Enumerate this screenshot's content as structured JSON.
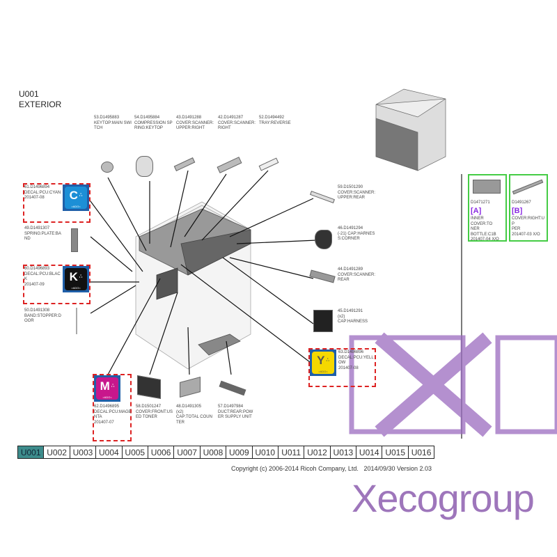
{
  "header": {
    "code": "U001",
    "title": "EXTERIOR"
  },
  "parts_top": [
    {
      "label": "53.D1495883\nKEYTOP:MAIN SWI\nTCH"
    },
    {
      "label": "54.D1495884\nCOMPRESSION SP\nRING:KEYTOP"
    },
    {
      "label": "43.D1491288\nCOVER:SCANNER:\nUPPER:RIGHT"
    },
    {
      "label": "42.D1491287\nCOVER:SCANNER:\nRIGHT"
    },
    {
      "label": "52.D1494492\nTRAY:REVERSE"
    }
  ],
  "parts_left": [
    {
      "label": "61.D1496894\nDECAL:PCU:CYAN\n201407-08",
      "decal": "C",
      "color": "#1c8fd6"
    },
    {
      "label": "49.D1491307\nSPRING:PLATE:BA\nND"
    },
    {
      "label": "60.D1496893\nDECAL:PCU:BLAC\nK\n201407-09",
      "decal": "K",
      "color": "#111111"
    },
    {
      "label": "50.D1491308\nBAND:STOPPER:D\nOOR"
    }
  ],
  "parts_right": [
    {
      "label": "59.D1501290\nCOVER:SCANNER:\nUPPER:REAR"
    },
    {
      "label": "46.D1491294\n(-21) CAP:HARNES\nS:CORNER"
    },
    {
      "label": "44.D1491289\nCOVER:SCANNER:\nREAR"
    },
    {
      "label": "45.D1491291\n(x2)\nCAP:HARNESS"
    },
    {
      "label": "63.D1496896\nDECAL:PCU:YELL\nOW\n201407-08",
      "decal": "Y",
      "color": "#f5d800"
    }
  ],
  "parts_bottom": [
    {
      "label": "62.D1496895\nDECAL:PCU:MAGE\nNTA\n201407-07",
      "decal": "M",
      "color": "#c8178c"
    },
    {
      "label": "58.D1501247\nCOVER:FRONT:US\nED TONER"
    },
    {
      "label": "48.D1491305\n(x2)\nCAP:TOTAL COUN\nTER"
    },
    {
      "label": "57.D1497984\nDUCT:REAR:POW\nER SUPPLY UNIT"
    }
  ],
  "changes": [
    {
      "part": "D1471271",
      "tag": "[A]",
      "desc": "INNER COVER:TO\nNER BOTTLE:C1B\n201407-04 X/O"
    },
    {
      "part": "D1491267",
      "tag": "[B]",
      "desc": "COVER:RIGHT:UP\nPER\n201407-03 X/O"
    }
  ],
  "decal_sub": ">ADG<",
  "tabs": [
    "U001",
    "U002",
    "U003",
    "U004",
    "U005",
    "U006",
    "U007",
    "U008",
    "U009",
    "U010",
    "U011",
    "U012",
    "U013",
    "U014",
    "U015",
    "U016"
  ],
  "active_tab": "U001",
  "footer": {
    "copyright": "Copyright (c) 2006-2014 Ricoh Company, Ltd.",
    "version": "2014/09/30 Version 2.03"
  },
  "watermark": "Xecogroup"
}
